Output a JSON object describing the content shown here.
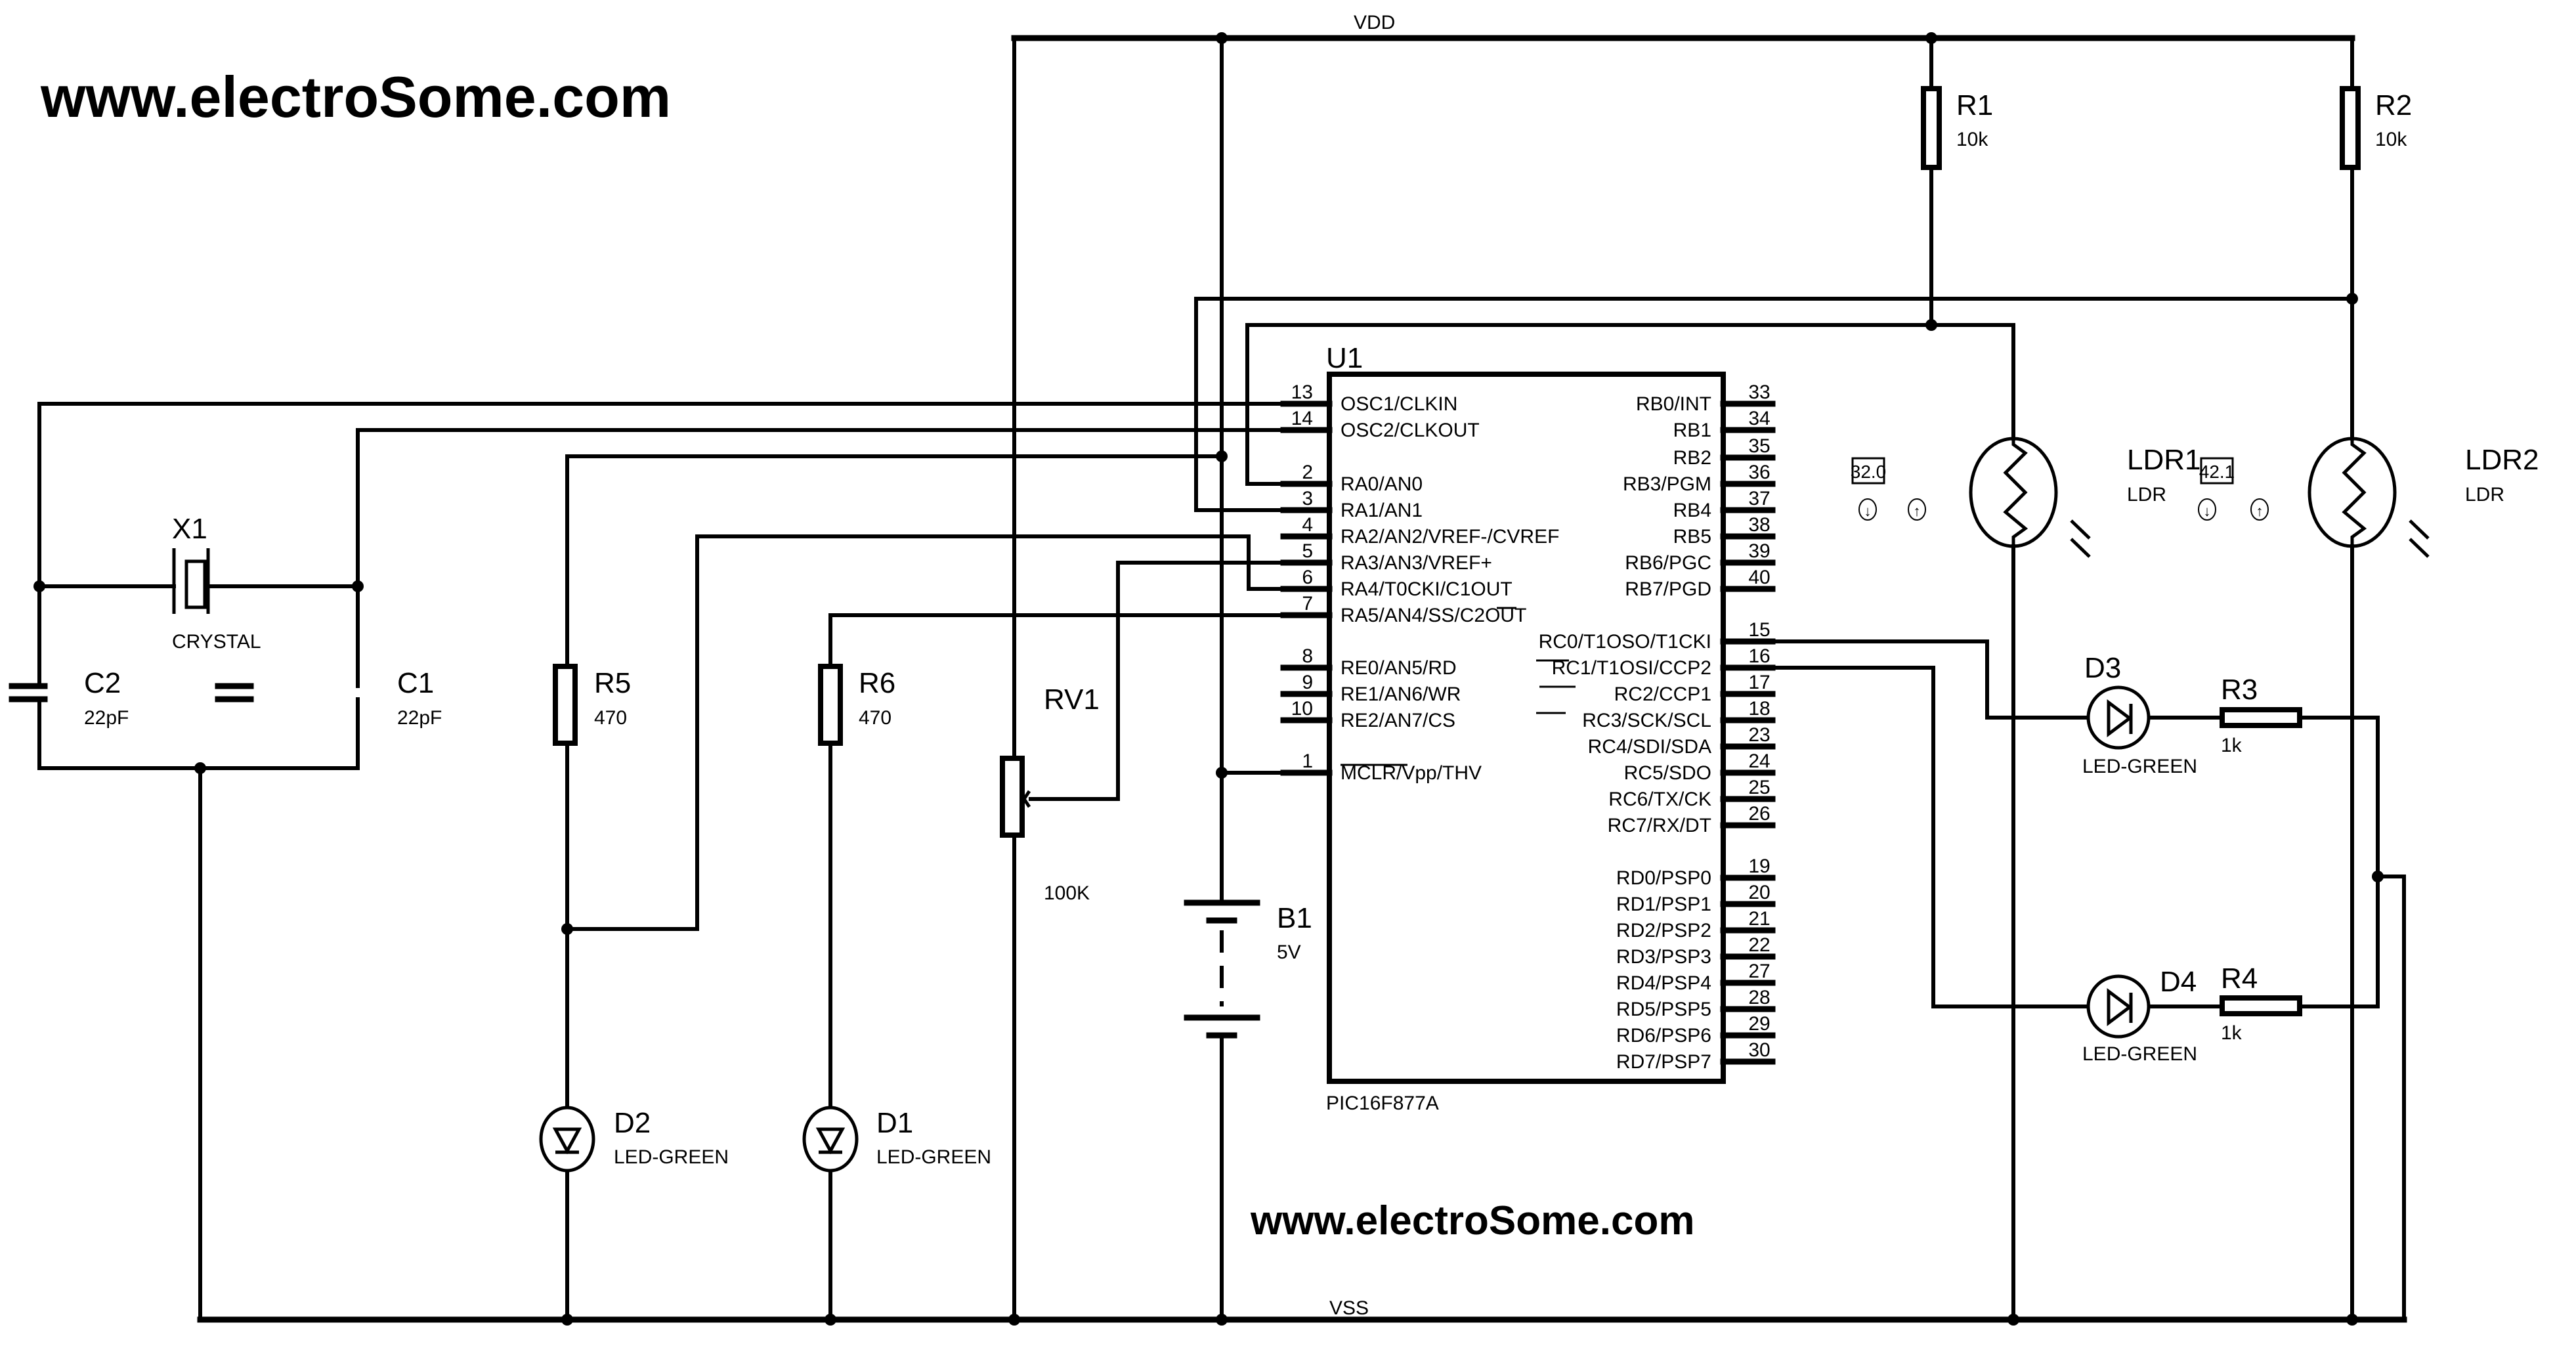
{
  "watermarks": [
    "www.electroSome.com",
    "www.electroSome.com"
  ],
  "nets": {
    "vdd": "VDD",
    "vss": "VSS"
  },
  "mcu": {
    "ref": "U1",
    "part": "PIC16F877A",
    "left_pins": [
      {
        "num": "13",
        "name": "OSC1/CLKIN"
      },
      {
        "num": "14",
        "name": "OSC2/CLKOUT"
      },
      {
        "num": "2",
        "name": "RA0/AN0"
      },
      {
        "num": "3",
        "name": "RA1/AN1"
      },
      {
        "num": "4",
        "name": "RA2/AN2/VREF-/CVREF"
      },
      {
        "num": "5",
        "name": "RA3/AN3/VREF+"
      },
      {
        "num": "6",
        "name": "RA4/T0CKI/C1OUT"
      },
      {
        "num": "7",
        "name": "RA5/AN4/SS/C2OUT"
      },
      {
        "num": "8",
        "name": "RE0/AN5/RD"
      },
      {
        "num": "9",
        "name": "RE1/AN6/WR"
      },
      {
        "num": "10",
        "name": "RE2/AN7/CS"
      },
      {
        "num": "1",
        "name": "MCLR/Vpp/THV"
      }
    ],
    "right_pins": [
      {
        "num": "33",
        "name": "RB0/INT"
      },
      {
        "num": "34",
        "name": "RB1"
      },
      {
        "num": "35",
        "name": "RB2"
      },
      {
        "num": "36",
        "name": "RB3/PGM"
      },
      {
        "num": "37",
        "name": "RB4"
      },
      {
        "num": "38",
        "name": "RB5"
      },
      {
        "num": "39",
        "name": "RB6/PGC"
      },
      {
        "num": "40",
        "name": "RB7/PGD"
      },
      {
        "num": "15",
        "name": "RC0/T1OSO/T1CKI"
      },
      {
        "num": "16",
        "name": "RC1/T1OSI/CCP2"
      },
      {
        "num": "17",
        "name": "RC2/CCP1"
      },
      {
        "num": "18",
        "name": "RC3/SCK/SCL"
      },
      {
        "num": "23",
        "name": "RC4/SDI/SDA"
      },
      {
        "num": "24",
        "name": "RC5/SDO"
      },
      {
        "num": "25",
        "name": "RC6/TX/CK"
      },
      {
        "num": "26",
        "name": "RC7/RX/DT"
      },
      {
        "num": "19",
        "name": "RD0/PSP0"
      },
      {
        "num": "20",
        "name": "RD1/PSP1"
      },
      {
        "num": "21",
        "name": "RD2/PSP2"
      },
      {
        "num": "22",
        "name": "RD3/PSP3"
      },
      {
        "num": "27",
        "name": "RD4/PSP4"
      },
      {
        "num": "28",
        "name": "RD5/PSP5"
      },
      {
        "num": "29",
        "name": "RD6/PSP6"
      },
      {
        "num": "30",
        "name": "RD7/PSP7"
      }
    ]
  },
  "components": {
    "r1": {
      "ref": "R1",
      "value": "10k"
    },
    "r2": {
      "ref": "R2",
      "value": "10k"
    },
    "r3": {
      "ref": "R3",
      "value": "1k"
    },
    "r4": {
      "ref": "R4",
      "value": "1k"
    },
    "r5": {
      "ref": "R5",
      "value": "470"
    },
    "r6": {
      "ref": "R6",
      "value": "470"
    },
    "rv1": {
      "ref": "RV1",
      "value": "100K"
    },
    "b1": {
      "ref": "B1",
      "value": "5V"
    },
    "x1": {
      "ref": "X1",
      "value": "CRYSTAL"
    },
    "c1": {
      "ref": "C1",
      "value": "22pF"
    },
    "c2": {
      "ref": "C2",
      "value": "22pF"
    },
    "d1": {
      "ref": "D1",
      "value": "LED-GREEN"
    },
    "d2": {
      "ref": "D2",
      "value": "LED-GREEN"
    },
    "d3": {
      "ref": "D3",
      "value": "LED-GREEN"
    },
    "d4": {
      "ref": "D4",
      "value": "LED-GREEN"
    },
    "ldr1": {
      "ref": "LDR1",
      "value": "LDR",
      "light_level": "32.0"
    },
    "ldr2": {
      "ref": "LDR2",
      "value": "LDR",
      "light_level": "42.1"
    }
  }
}
